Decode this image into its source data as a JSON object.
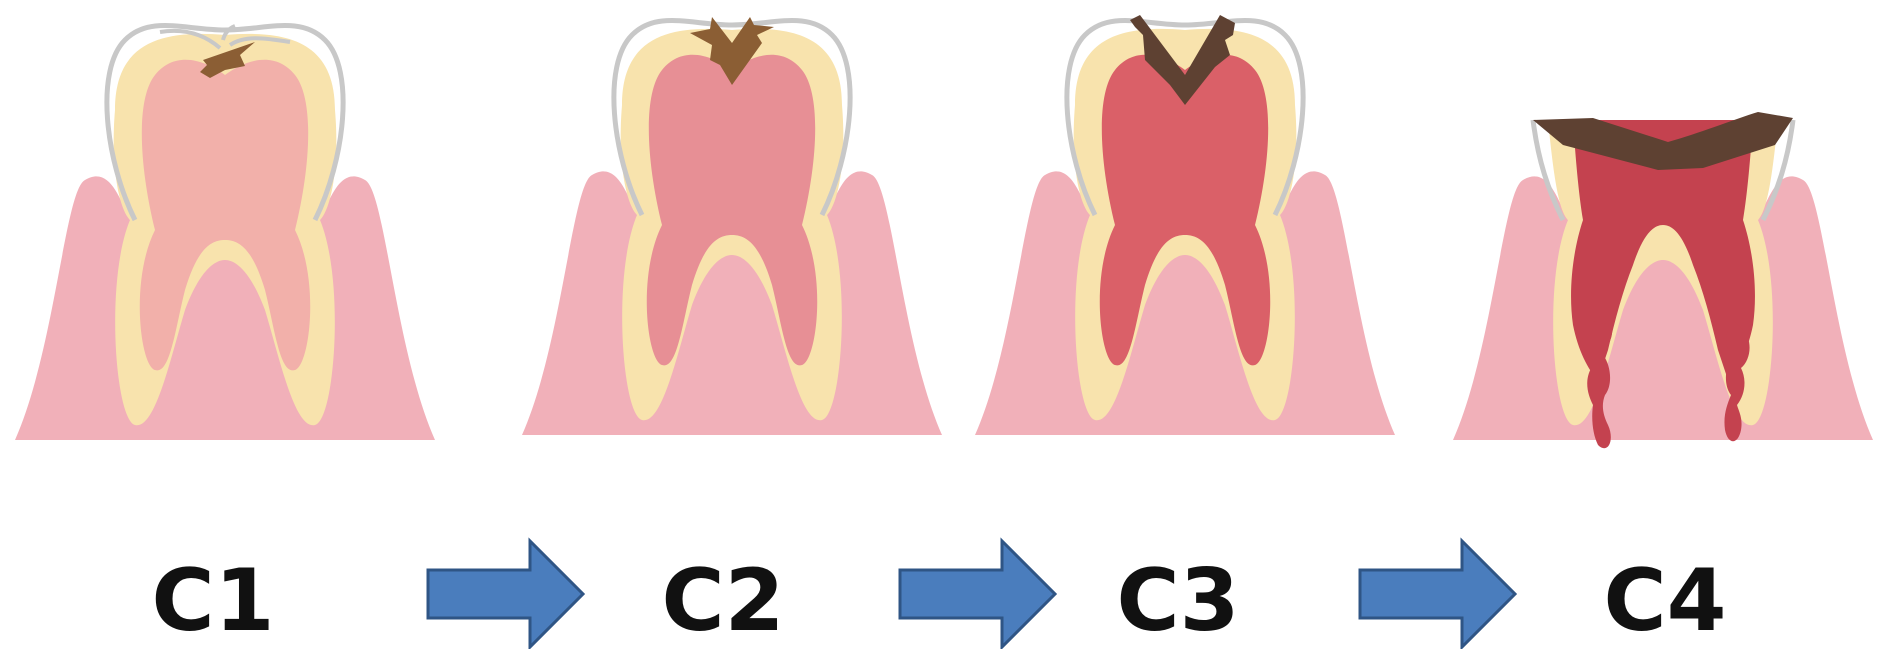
{
  "stages": [
    {
      "label": "C1"
    },
    {
      "label": "C2"
    },
    {
      "label": "C3"
    },
    {
      "label": "C4"
    }
  ],
  "arrows": [
    {
      "icon": "right-arrow-icon"
    },
    {
      "icon": "right-arrow-icon"
    },
    {
      "icon": "right-arrow-icon"
    }
  ],
  "colors": {
    "gum": "#f1b0b9",
    "dentin": "#f8e3ad",
    "enamel_outline": "#c8c8c8",
    "pulp_c1": "#f2b0aa",
    "pulp_c2": "#e78f95",
    "pulp_c3": "#da6068",
    "pulp_c4": "#c4424f",
    "cavity_c1": "#8b5e34",
    "cavity_c2": "#8b5e34",
    "cavity_c3": "#5e4132",
    "cavity_c4": "#5e4132",
    "arrow_fill": "#4a7dbd",
    "arrow_stroke": "#2f5585",
    "label": "#111111"
  }
}
